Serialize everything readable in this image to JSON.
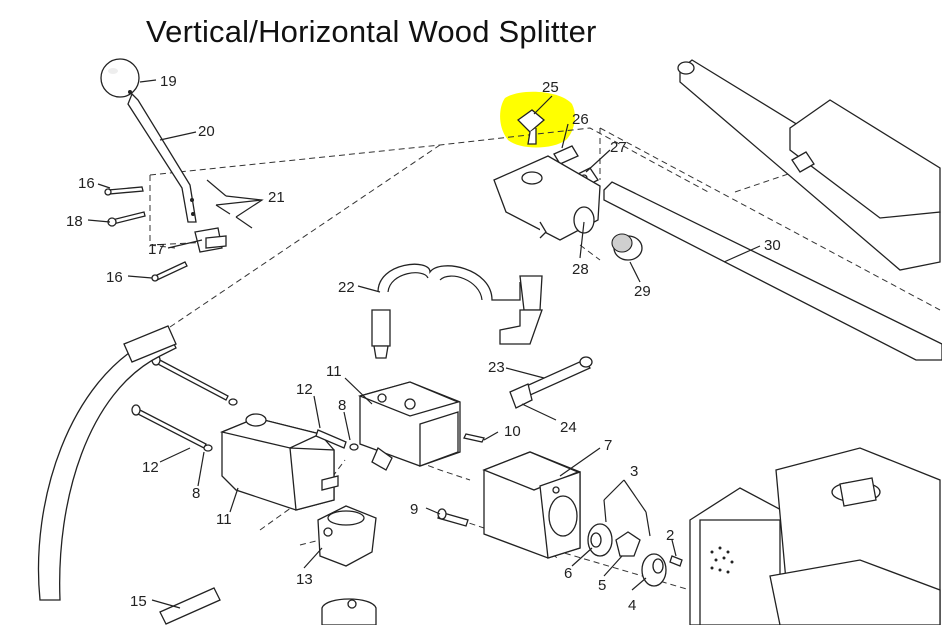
{
  "title": "Vertical/Horizontal Wood Splitter",
  "highlight_color": "#ffff00",
  "callouts": [
    {
      "id": "c1",
      "label": "19"
    },
    {
      "id": "c2",
      "label": "20"
    },
    {
      "id": "c3",
      "label": "16"
    },
    {
      "id": "c4",
      "label": "18"
    },
    {
      "id": "c5",
      "label": "21"
    },
    {
      "id": "c6",
      "label": "17"
    },
    {
      "id": "c7",
      "label": "16"
    },
    {
      "id": "c8",
      "label": "25"
    },
    {
      "id": "c9",
      "label": "26"
    },
    {
      "id": "c10",
      "label": "27"
    },
    {
      "id": "c11",
      "label": "28"
    },
    {
      "id": "c12",
      "label": "29"
    },
    {
      "id": "c13",
      "label": "30"
    },
    {
      "id": "c14",
      "label": "22"
    },
    {
      "id": "c15",
      "label": "23"
    },
    {
      "id": "c16",
      "label": "24"
    },
    {
      "id": "c17",
      "label": "11"
    },
    {
      "id": "c18",
      "label": "12"
    },
    {
      "id": "c19",
      "label": "8"
    },
    {
      "id": "c20",
      "label": "10"
    },
    {
      "id": "c21",
      "label": "7"
    },
    {
      "id": "c22",
      "label": "12"
    },
    {
      "id": "c23",
      "label": "8"
    },
    {
      "id": "c24",
      "label": "11"
    },
    {
      "id": "c25",
      "label": "3"
    },
    {
      "id": "c26",
      "label": "9"
    },
    {
      "id": "c27",
      "label": "2"
    },
    {
      "id": "c28",
      "label": "13"
    },
    {
      "id": "c29",
      "label": "6"
    },
    {
      "id": "c30",
      "label": "5"
    },
    {
      "id": "c31",
      "label": "4"
    },
    {
      "id": "c32",
      "label": "15"
    }
  ]
}
